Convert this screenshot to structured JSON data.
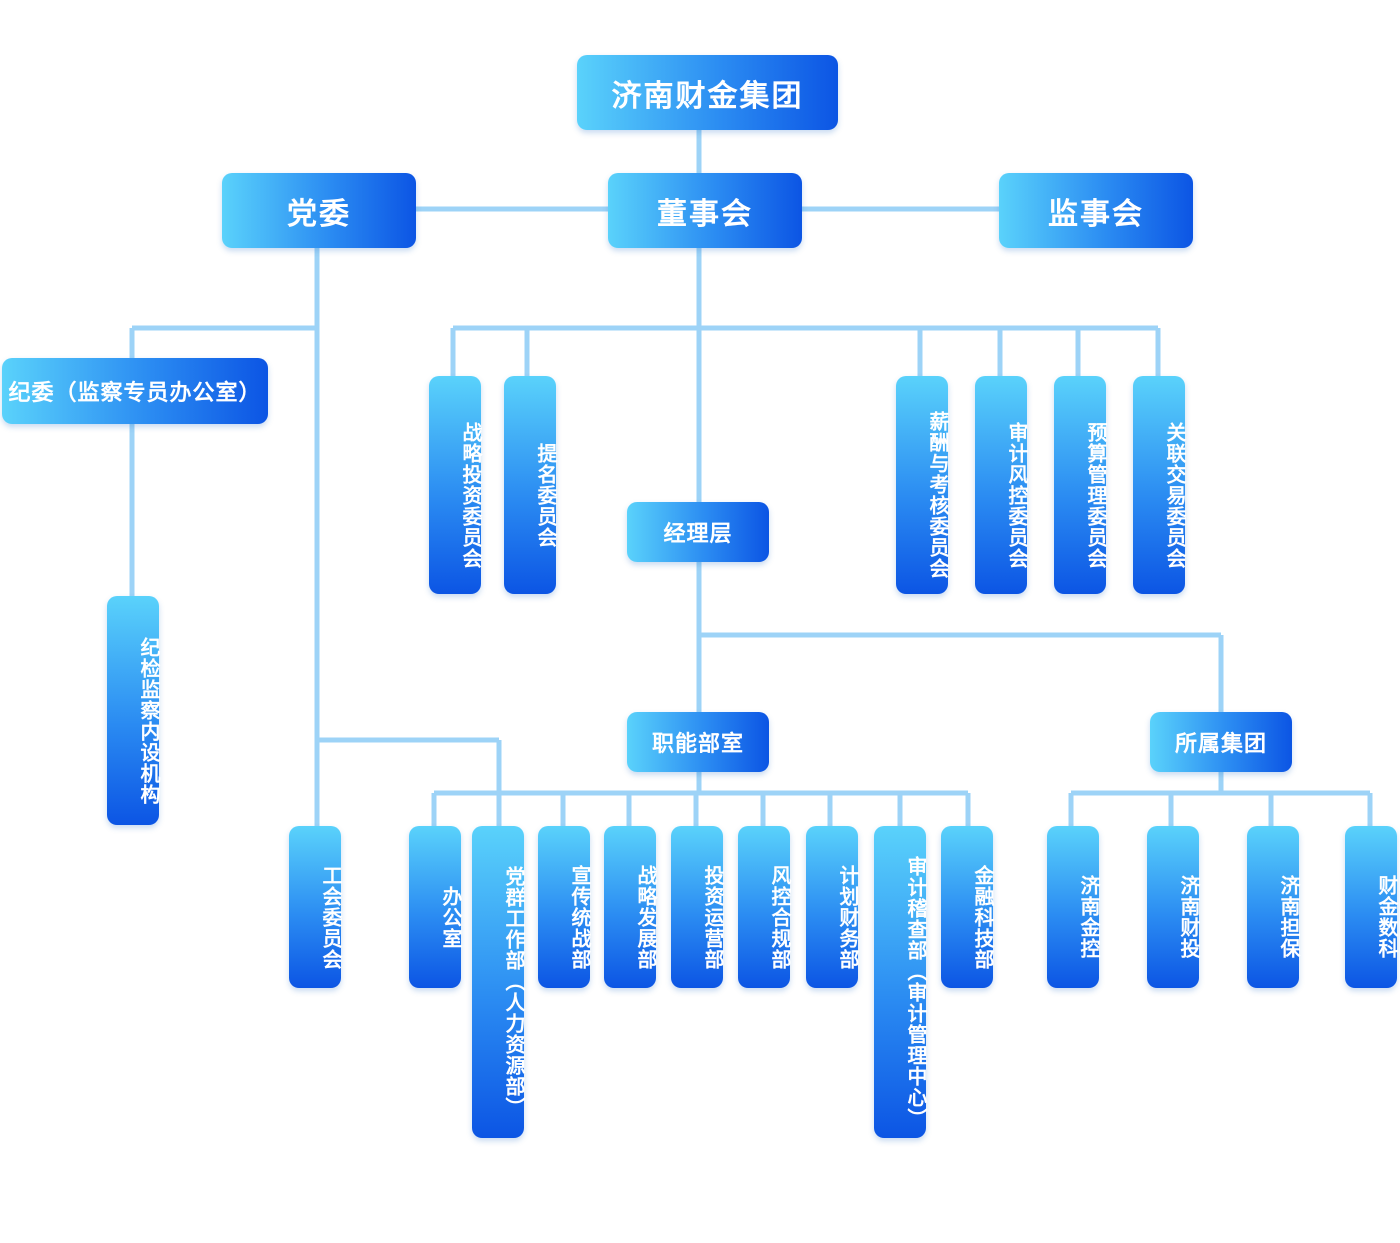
{
  "root": {
    "label": "济南财金集团"
  },
  "party": {
    "label": "党委"
  },
  "board": {
    "label": "董事会"
  },
  "supervisory": {
    "label": "监事会"
  },
  "discipline": {
    "label": "纪委（监察专员办公室）"
  },
  "discipline_unit": {
    "label": "纪检监察内设机构"
  },
  "union": {
    "label": "工会委员会"
  },
  "management": {
    "label": "经理层"
  },
  "functional": {
    "label": "职能部室"
  },
  "subsidiaries": {
    "label": "所属集团"
  },
  "committees": [
    "战略投资委员会",
    "提名委员会",
    "薪酬与考核委员会",
    "审计风控委员会",
    "预算管理委员会",
    "关联交易委员会"
  ],
  "departments": [
    "办公室",
    "党群工作部（人力资源部）",
    "宣传统战部",
    "战略发展部",
    "投资运营部",
    "风控合规部",
    "计划财务部",
    "审计稽查部（审计管理中心）",
    "金融科技部"
  ],
  "groups": [
    "济南金控",
    "济南财投",
    "济南担保",
    "财金数科"
  ]
}
